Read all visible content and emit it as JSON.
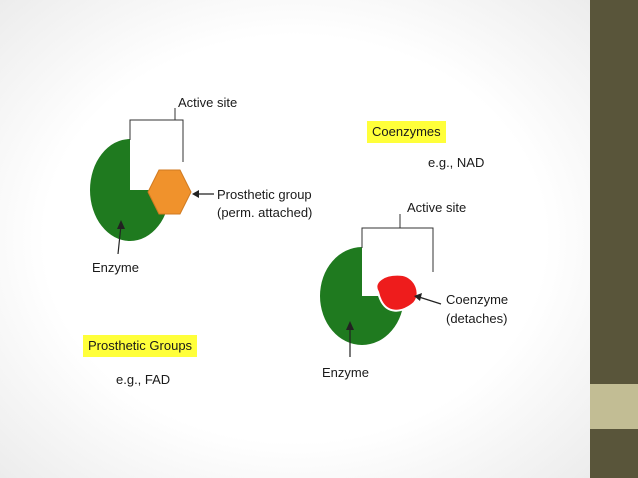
{
  "left": {
    "active_site": "Active site",
    "prosthetic_label_line1": "Prosthetic group",
    "prosthetic_label_line2": "(perm. attached)",
    "enzyme": "Enzyme",
    "heading": "Prosthetic Groups",
    "example": "e.g., FAD"
  },
  "right": {
    "heading": "Coenzymes",
    "example": "e.g., NAD",
    "active_site": "Active site",
    "coenzyme_label_line1": "Coenzyme",
    "coenzyme_label_line2": "(detaches)",
    "enzyme": "Enzyme"
  },
  "colors": {
    "enzyme": "#1f7a1f",
    "prosthetic_group": "#f0922c",
    "coenzyme": "#ee1c1c",
    "highlight": "#ffff3a",
    "sidebar": "#59553a",
    "sidebar_accent": "#c2bd94"
  }
}
